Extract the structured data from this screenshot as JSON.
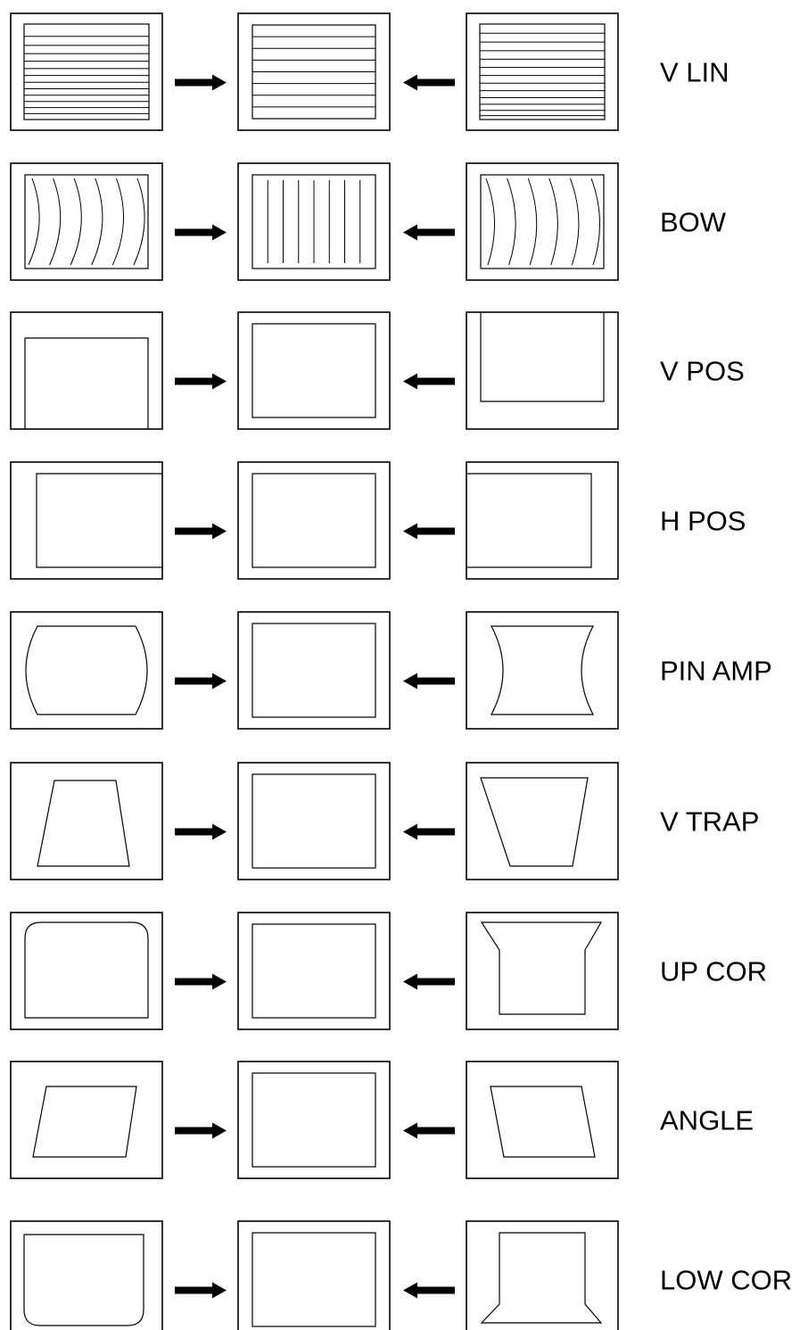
{
  "colors": {
    "ink": "#000000",
    "background": "#ffffff"
  },
  "rows": [
    {
      "label": "V LIN",
      "left": "vlin-compressed-bottom",
      "center": "hlines-even",
      "right": "vlin-compressed-top"
    },
    {
      "label": "BOW",
      "left": "bow-left",
      "center": "vlines-straight",
      "right": "bow-right"
    },
    {
      "label": "V POS",
      "left": "shift-down",
      "center": "rect",
      "right": "shift-up"
    },
    {
      "label": "H POS",
      "left": "shift-right",
      "center": "rect",
      "right": "shift-left"
    },
    {
      "label": "PIN AMP",
      "left": "barrel",
      "center": "rect",
      "right": "pincushion"
    },
    {
      "label": "V TRAP",
      "left": "trapezoid-wide-bottom",
      "center": "rect",
      "right": "trapezoid-wide-top"
    },
    {
      "label": "UP COR",
      "left": "rounded-top",
      "center": "rect",
      "right": "flared-top"
    },
    {
      "label": "ANGLE",
      "left": "parallelogram-right",
      "center": "rect",
      "right": "parallelogram-left"
    },
    {
      "label": "LOW COR",
      "left": "rounded-bottom",
      "center": "rect",
      "right": "flared-bottom"
    }
  ],
  "arrows": {
    "left_arrow_icon": "arrow-right-icon",
    "right_arrow_icon": "arrow-left-icon"
  }
}
